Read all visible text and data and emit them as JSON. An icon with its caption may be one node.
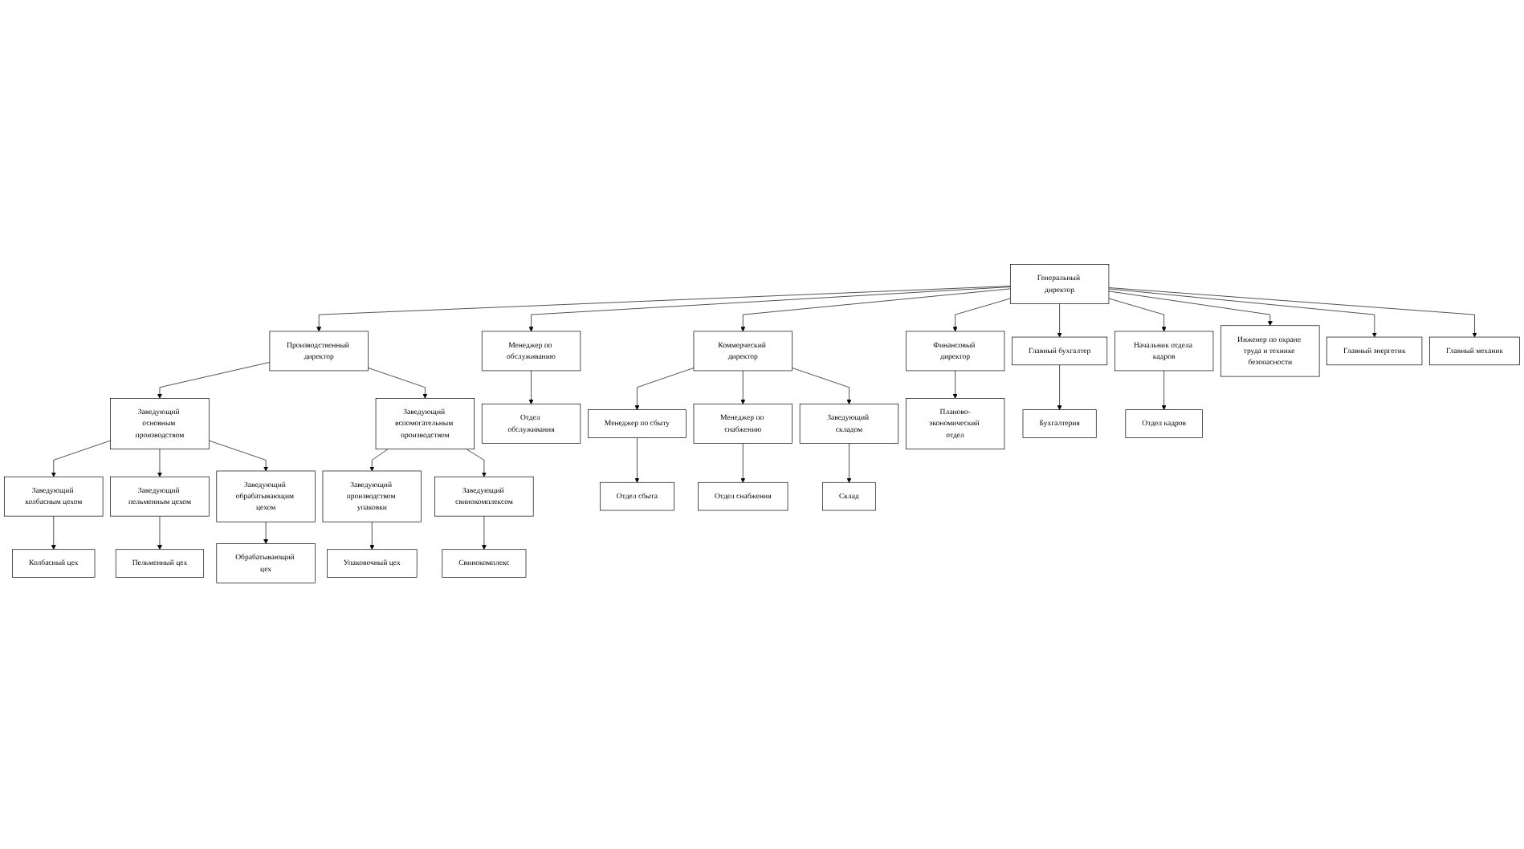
{
  "diagram": {
    "nodes": [
      {
        "text": [
          "Генеральный директор"
        ]
      },
      {
        "text": [
          "Производственный директор"
        ]
      },
      {
        "text": [
          "Менеджер по обслуживанию"
        ]
      },
      {
        "text": [
          "Коммерческий директор"
        ]
      },
      {
        "text": [
          "Финансовый директор"
        ]
      },
      {
        "text": [
          "Главный бухгалтер"
        ]
      },
      {
        "text": [
          "Начальник отдела кадров"
        ]
      },
      {
        "text": [
          "Заведующий основным производством"
        ]
      },
      {
        "text": [
          "Заведующий вспомогательным производством"
        ]
      },
      {
        "text": [
          "Отдел обслуживания"
        ]
      },
      {
        "text": [
          "Отдел сбыта"
        ]
      },
      {
        "text": [
          "Менеджер по сбыту"
        ]
      },
      {
        "text": [
          "Отдел снабжения"
        ]
      },
      {
        "text": [
          "Менеджер по снабжению"
        ]
      },
      {
        "text": [
          "Склад"
        ]
      },
      {
        "text": [
          "Заведующий складом"
        ]
      },
      {
        "text": [
          "Планово-экономический отдел"
        ]
      },
      {
        "text": [
          "Бухгалтерия"
        ]
      },
      {
        "text": [
          "Отдел кадров"
        ]
      },
      {
        "text": [
          "Инженер по охране труда и технике безопасности"
        ]
      },
      {
        "text": [
          "Главный энергетик"
        ]
      },
      {
        "text": [
          "Главный механик"
        ]
      },
      {
        "text": [
          "Заведующий колбасным цехом"
        ]
      },
      {
        "text": [
          "Заведующий пельменным цехом"
        ]
      },
      {
        "text": [
          "Заведующий обрабатывающим цехом"
        ]
      },
      {
        "text": [
          "Заведующий производством упаковки"
        ]
      },
      {
        "text": [
          "Заведующий свинокомплексом"
        ]
      },
      {
        "text": [
          "Колбасный цех"
        ]
      },
      {
        "text": [
          "Пельменный цех"
        ]
      },
      {
        "text": [
          "Обрабатывающий цех"
        ]
      },
      {
        "text": [
          "Упаковочный цех"
        ]
      },
      {
        "text": [
          "Свинокомплекс"
        ]
      }
    ],
    "edges": [
      {
        "from": 0,
        "to": 1,
        "arrow": "to"
      },
      {
        "from": 0,
        "to": 2,
        "arrow": "to"
      },
      {
        "from": 0,
        "to": 3,
        "arrow": "to"
      },
      {
        "from": 0,
        "to": 4,
        "arrow": "to"
      },
      {
        "from": 0,
        "to": 5,
        "arrow": "to"
      },
      {
        "from": 0,
        "to": 6,
        "arrow": "to"
      },
      {
        "from": 0,
        "to": 19,
        "arrow": "to"
      },
      {
        "from": 0,
        "to": 20,
        "arrow": "to"
      },
      {
        "from": 0,
        "to": 21,
        "arrow": "to"
      },
      {
        "from": 1,
        "to": 7,
        "arrow": "to"
      },
      {
        "from": 1,
        "to": 8,
        "arrow": "to"
      },
      {
        "from": 2,
        "to": 9,
        "arrow": "to"
      },
      {
        "from": 3,
        "to": 11,
        "arrow": "to"
      },
      {
        "from": 3,
        "to": 13,
        "arrow": "to"
      },
      {
        "from": 3,
        "to": 15,
        "arrow": "to"
      },
      {
        "from": 11,
        "to": 10,
        "arrow": "to"
      },
      {
        "from": 13,
        "to": 12,
        "arrow": "to"
      },
      {
        "from": 15,
        "to": 14,
        "arrow": "to"
      },
      {
        "from": 4,
        "to": 16,
        "arrow": "to"
      },
      {
        "from": 5,
        "to": 17,
        "arrow": "to"
      },
      {
        "from": 6,
        "to": 18,
        "arrow": "to"
      },
      {
        "from": 7,
        "to": 22,
        "arrow": "to"
      },
      {
        "from": 7,
        "to": 23,
        "arrow": "to"
      },
      {
        "from": 7,
        "to": 24,
        "arrow": "to"
      },
      {
        "from": 8,
        "to": 25,
        "arrow": "to"
      },
      {
        "from": 8,
        "to": 26,
        "arrow": "to"
      },
      {
        "from": 22,
        "to": 27,
        "arrow": "to"
      },
      {
        "from": 23,
        "to": 28,
        "arrow": "to"
      },
      {
        "from": 24,
        "to": 29,
        "arrow": "to"
      },
      {
        "from": 25,
        "to": 30,
        "arrow": "to"
      },
      {
        "from": 26,
        "to": 31,
        "arrow": "to"
      }
    ]
  }
}
